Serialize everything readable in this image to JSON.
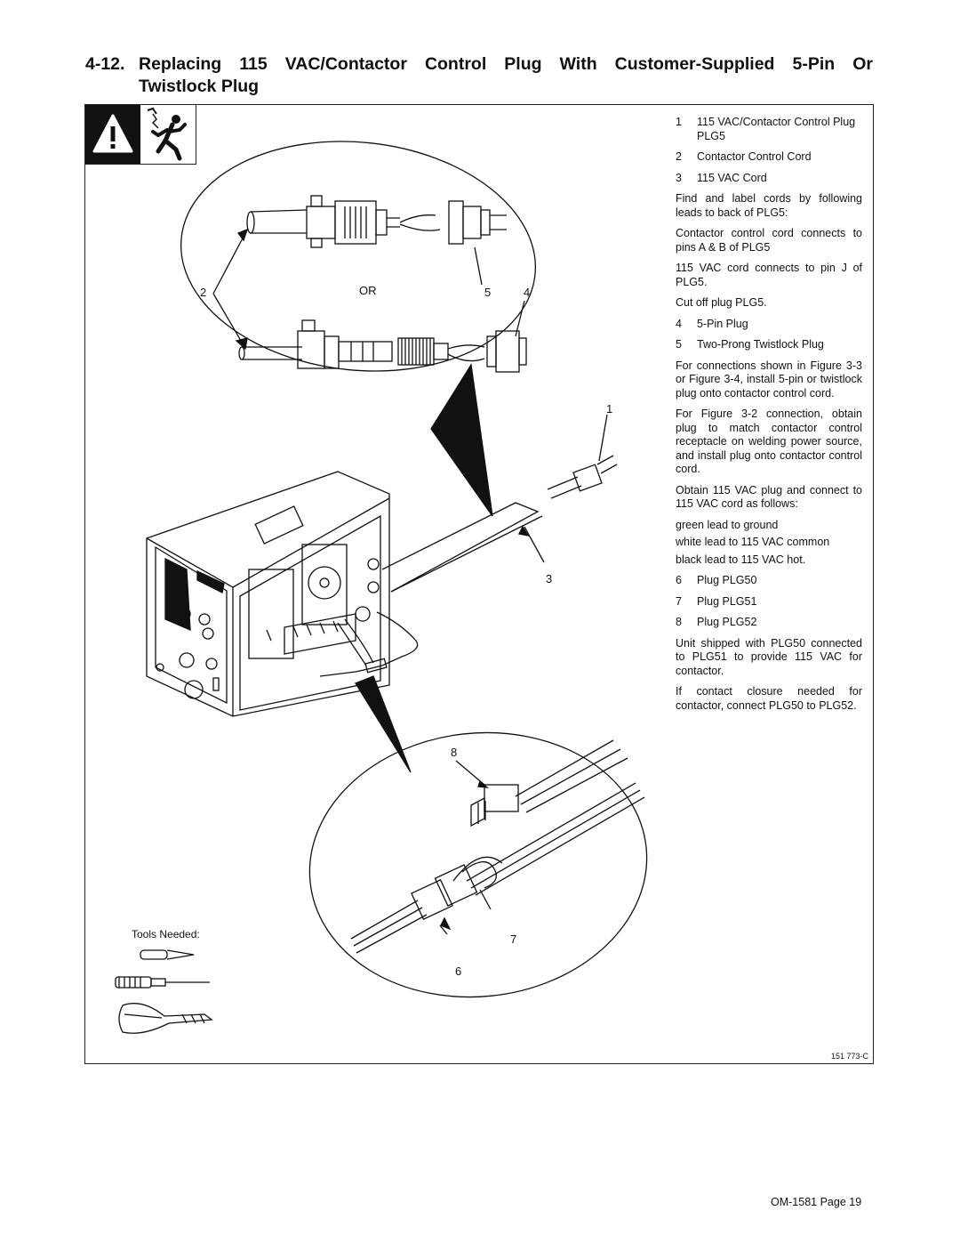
{
  "section": {
    "number": "4-12.",
    "title_line1_words": [
      "Replacing",
      "115",
      "VAC/Contactor",
      "Control",
      "Plug",
      "With",
      "Customer-Supplied",
      "5-Pin",
      "Or"
    ],
    "title_line2": "Twistlock Plug"
  },
  "legend": {
    "items_top": [
      {
        "num": "1",
        "label": "115 VAC/Contactor Control Plug PLG5"
      },
      {
        "num": "2",
        "label": "Contactor Control Cord"
      },
      {
        "num": "3",
        "label": "115 VAC Cord"
      }
    ],
    "para_find": "Find and label cords by following leads to back of PLG5:",
    "para_contactor": "Contactor control cord connects to pins A & B of PLG5",
    "para_115": "115 VAC cord connects to pin J of PLG5.",
    "para_cut": "Cut off plug PLG5.",
    "items_mid": [
      {
        "num": "4",
        "label": "5-Pin Plug"
      },
      {
        "num": "5",
        "label": "Two-Prong Twistlock Plug"
      }
    ],
    "para_fig33": "For connections shown in Figure 3-3 or Figure 3-4, install 5-pin or twistlock plug onto contactor control cord.",
    "para_fig32": "For Figure 3-2 connection, obtain plug to match contactor control receptacle on welding power source, and install plug onto contactor control cord.",
    "para_obtain": "Obtain 115 VAC plug and connect to 115 VAC cord as follows:",
    "wiring": [
      "green lead to ground",
      "white lead to 115 VAC common",
      "black lead to 115 VAC hot."
    ],
    "items_low": [
      {
        "num": "6",
        "label": "Plug PLG50"
      },
      {
        "num": "7",
        "label": "Plug PLG51"
      },
      {
        "num": "8",
        "label": "Plug PLG52"
      }
    ],
    "para_unit": "Unit shipped with PLG50 connected to PLG51 to provide 115 VAC for contactor.",
    "para_contact": "If contact closure needed for contactor, connect PLG50 to PLG52."
  },
  "callouts": {
    "c1": "1",
    "c2": "2",
    "c3": "3",
    "c4": "4",
    "c5": "5",
    "c6": "6",
    "c7": "7",
    "c8": "8",
    "or": "OR"
  },
  "tools_label": "Tools Needed:",
  "figure_number": "151 773-C",
  "footer": "OM-1581  Page 19",
  "icons": [
    "warning-triangle-icon",
    "electric-shock-icon",
    "screwdriver-icon",
    "knife-icon",
    "wire-crimper-icon"
  ]
}
